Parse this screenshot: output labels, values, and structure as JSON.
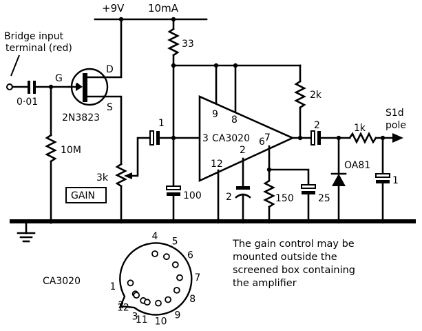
{
  "labels": {
    "supply": "+9V",
    "current": "10mA",
    "bridge_input_1": "Bridge input",
    "bridge_input_2": "terminal (red)",
    "c_input": "0·01",
    "gate": "G",
    "drain": "D",
    "source": "S",
    "fet": "2N3823",
    "r_gate": "10M",
    "pot": "3k",
    "gain": "GAIN",
    "c_coupling": "1",
    "c_decouple": "100",
    "r_supply": "33",
    "ic": "CA3020",
    "pin3": "3",
    "pin7": "7",
    "pin6": "6",
    "pin8": "8",
    "pin9": "9",
    "pin12": "12",
    "pin2": "2",
    "r_load": "2k",
    "c_output": "2",
    "r_out": "1k",
    "diode": "OA81",
    "c_filter": "1",
    "c_pin2": "2",
    "r_150": "150",
    "c_25": "25",
    "s1d_1": "S1d",
    "s1d_2": "pole",
    "pinout_title": "CA3020",
    "pinout_pins": [
      "1",
      "2",
      "3",
      "4",
      "5",
      "6",
      "7",
      "8",
      "9",
      "10",
      "11",
      "12"
    ]
  },
  "note": [
    "The gain control may be",
    "mounted outside the",
    "screened box containing",
    "the amplifier"
  ]
}
